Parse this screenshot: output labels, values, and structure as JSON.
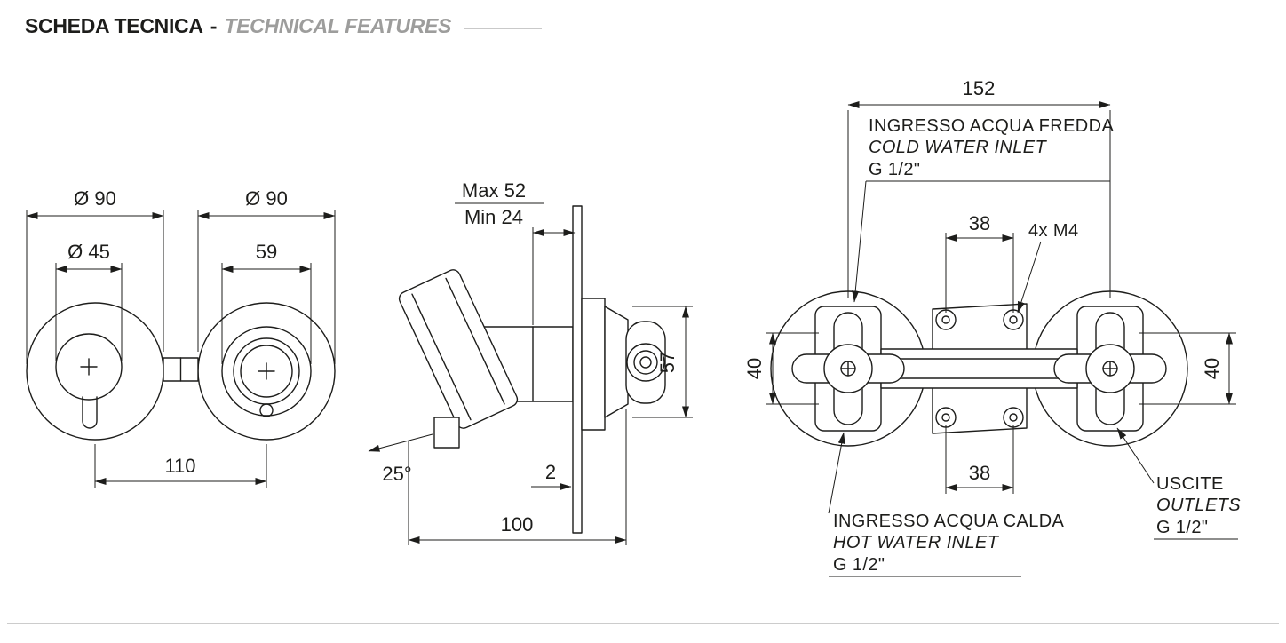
{
  "header": {
    "title": "SCHEDA TECNICA",
    "separator": "-",
    "subtitle": "TECHNICAL FEATURES"
  },
  "front_view": {
    "dim_outer_left": "Ø 90",
    "dim_outer_right": "Ø 90",
    "dim_inner_left": "Ø 45",
    "dim_inner_right": "59",
    "dim_span": "110"
  },
  "side_view": {
    "dim_max": "Max 52",
    "dim_min": "Min 24",
    "dim_angle": "25°",
    "dim_plate_thickness": "2",
    "dim_depth": "100",
    "dim_height": "57"
  },
  "rear_view": {
    "dim_width": "152",
    "dim_spacing_top": "38",
    "dim_spacing_bottom": "38",
    "dim_screws": "4x M4",
    "dim_height_left": "40",
    "dim_height_right": "40",
    "cold_inlet_line1": "INGRESSO ACQUA FREDDA",
    "cold_inlet_line2": "COLD WATER INLET",
    "cold_inlet_line3": "G 1/2\"",
    "hot_inlet_line1": "INGRESSO ACQUA CALDA",
    "hot_inlet_line2": "HOT WATER INLET",
    "hot_inlet_line3": "G 1/2\"",
    "outlets_line1": "USCITE",
    "outlets_line2": "OUTLETS",
    "outlets_line3": "G 1/2\""
  },
  "colors": {
    "line": "#1d1d1b",
    "muted": "#9d9d9c",
    "rule": "#c9c9c9"
  }
}
